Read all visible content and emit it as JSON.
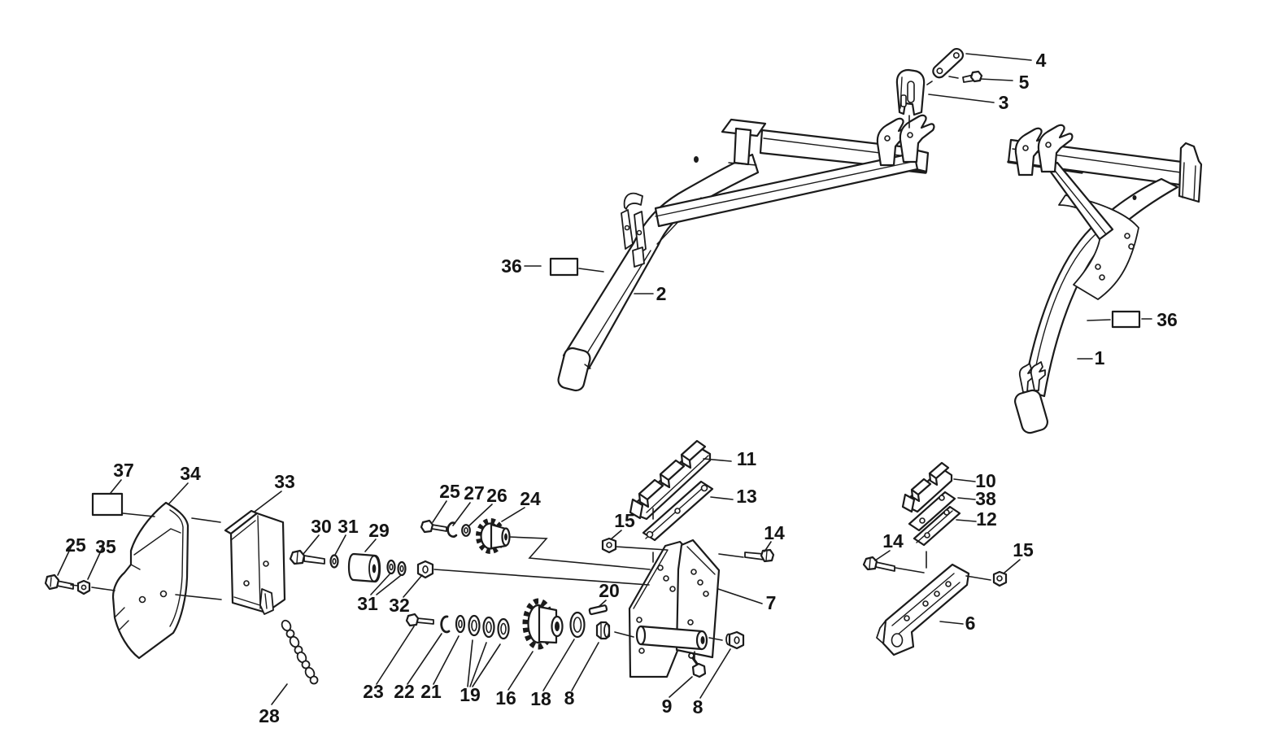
{
  "diagram": {
    "type": "exploded-parts-diagram",
    "description": "Black-and-white exploded parts line drawing of a tractor roll-guard frame assembly with numbered callouts and leader lines",
    "paper_color": "#ffffff",
    "ink_color": "#1b1b1b",
    "part_numbers_visible": [
      "1",
      "2",
      "3",
      "4",
      "5",
      "6",
      "7",
      "8",
      "9",
      "10",
      "11",
      "12",
      "13",
      "14",
      "15",
      "16",
      "18",
      "19",
      "20",
      "21",
      "22",
      "23",
      "24",
      "25",
      "26",
      "27",
      "28",
      "29",
      "30",
      "31",
      "32",
      "33",
      "34",
      "35",
      "36",
      "37",
      "38"
    ],
    "callouts": {
      "c1": "1",
      "c2": "2",
      "c3": "3",
      "c4": "4",
      "c5": "5",
      "c6": "6",
      "c7": "7",
      "c8a": "8",
      "c8b": "8",
      "c9": "9",
      "c10": "10",
      "c11": "11",
      "c12": "12",
      "c13": "13",
      "c14a": "14",
      "c14b": "14",
      "c15a": "15",
      "c15b": "15",
      "c16": "16",
      "c18": "18",
      "c19": "19",
      "c20": "20",
      "c21": "21",
      "c22": "22",
      "c23": "23",
      "c24": "24",
      "c25a": "25",
      "c25b": "25",
      "c26": "26",
      "c27": "27",
      "c28": "28",
      "c29": "29",
      "c30": "30",
      "c31a": "31",
      "c31b": "31",
      "c32": "32",
      "c33": "33",
      "c34": "34",
      "c35": "35",
      "c36a": "36",
      "c36b": "36",
      "c37": "37",
      "c38": "38"
    }
  }
}
